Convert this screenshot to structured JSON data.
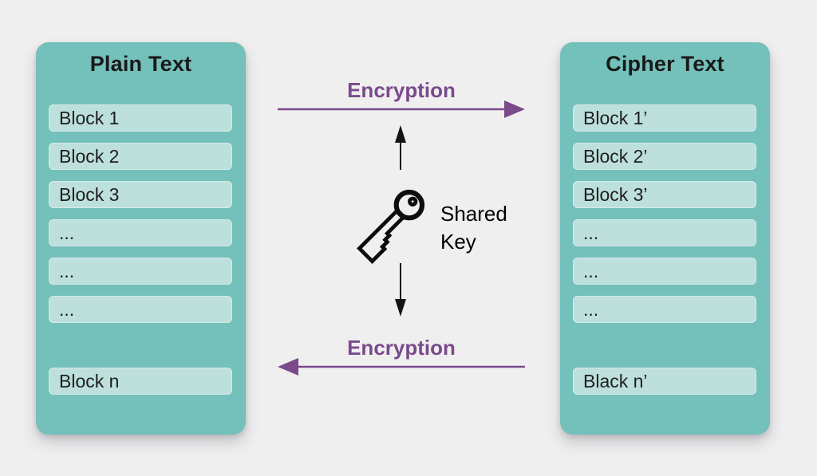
{
  "colors": {
    "background": "#f0eff0",
    "panel": "#74c0ba",
    "block": "#bde0dc",
    "purple": "#7a4a8b",
    "ink": "#1c1c1c"
  },
  "left_panel": {
    "title": "Plain Text",
    "blocks": [
      "Block 1",
      "Block 2",
      "Block 3",
      "...",
      "...",
      "...",
      "Block n"
    ]
  },
  "right_panel": {
    "title": "Cipher Text",
    "blocks": [
      "Block 1’",
      "Block 2’",
      "Block 3’",
      "...",
      "...",
      "...",
      "Black n’"
    ]
  },
  "center": {
    "top_label": "Encryption",
    "bottom_label": "Encryption",
    "key_label_line1": "Shared",
    "key_label_line2": "Key",
    "icons": {
      "key": "key-icon",
      "top_arrow": "arrow-right-icon",
      "bottom_arrow": "arrow-left-icon",
      "up_arrow": "arrow-up-icon",
      "down_arrow": "arrow-down-icon"
    }
  }
}
